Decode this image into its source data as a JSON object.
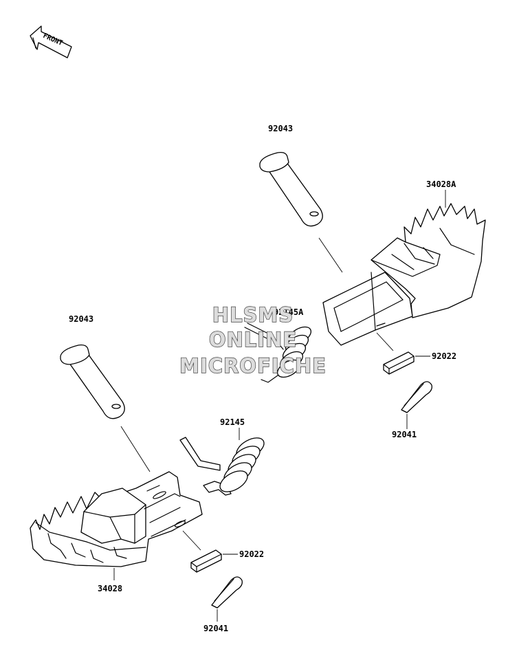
{
  "front_arrow": {
    "label": "FRONT"
  },
  "watermark": {
    "line1": "HLSMS",
    "line2": "ONLINE",
    "line3": "MICROFICHE"
  },
  "labels": {
    "pin_upper": "92043",
    "footpeg_right": "34028A",
    "spring_upper": "92145A",
    "washer_upper": "92022",
    "cotter_upper": "92041",
    "pin_lower": "92043",
    "spring_lower": "92145",
    "footpeg_left": "34028",
    "washer_lower": "92022",
    "cotter_lower": "92041"
  }
}
